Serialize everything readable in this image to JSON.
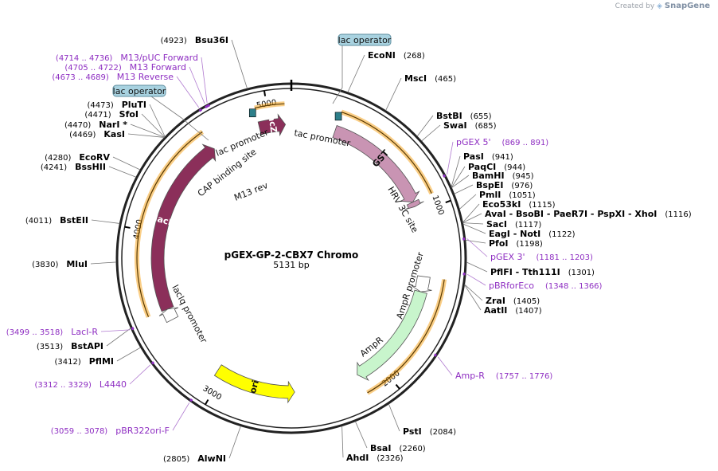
{
  "brand": {
    "prefix": "Created by",
    "name": "SnapGene"
  },
  "plasmid": {
    "name": "pGEX-GP-2-CBX7 Chromo",
    "length_label": "5131 bp",
    "length": 5131
  },
  "ticks": [
    {
      "label": "1000",
      "bp": 1000
    },
    {
      "label": "2000",
      "bp": 2000
    },
    {
      "label": "3000",
      "bp": 3000
    },
    {
      "label": "4000",
      "bp": 4000
    },
    {
      "label": "5000",
      "bp": 5000
    }
  ],
  "features": [
    {
      "name": "lacZα",
      "label": "lacZα",
      "type": "arrow",
      "color": "#8b2f5a",
      "bpStart": 4935,
      "bpEnd": 5095,
      "dir": 1,
      "ring": "inner",
      "labelInside": true
    },
    {
      "name": "GST",
      "label": "GST",
      "type": "arrow",
      "color": "#c994b3",
      "bpStart": 270,
      "bpEnd": 930,
      "dir": 1,
      "ring": "inner",
      "labelInside": true
    },
    {
      "name": "HRV 3C site",
      "label": "HRV 3C site",
      "type": "arrow",
      "color": "#c994b3",
      "bpStart": 930,
      "bpEnd": 960,
      "dir": 1,
      "ring": "inner"
    },
    {
      "name": "AmpR",
      "label": "AmpR",
      "type": "arrow",
      "color": "#c8f5cc",
      "bpStart": 1490,
      "bpEnd": 2145,
      "dir": 1,
      "ring": "inner"
    },
    {
      "name": "AmpR promoter",
      "label": "AmpR promoter",
      "type": "arrow",
      "color": "#ffffff",
      "bpStart": 1395,
      "bpEnd": 1490,
      "dir": 1,
      "ring": "inner"
    },
    {
      "name": "ori",
      "label": "ori",
      "type": "arrow",
      "color": "#ffff00",
      "bpStart": 2545,
      "bpEnd": 3040,
      "dir": -1,
      "ring": "inner",
      "labelInside": true
    },
    {
      "name": "lacIq promoter",
      "label": "lacIq promoter",
      "type": "arrow",
      "color": "#ffffff",
      "bpStart": 3460,
      "bpEnd": 3530,
      "dir": 1,
      "ring": "inner"
    },
    {
      "name": "lacI",
      "label": "lacI",
      "type": "arrow",
      "color": "#8b2f5a",
      "bpStart": 3530,
      "bpEnd": 4630,
      "dir": 1,
      "ring": "inner",
      "labelInside": true
    }
  ],
  "small_labels": [
    {
      "label": "tac promoter"
    },
    {
      "label": "lac promoter"
    },
    {
      "label": "CAP binding site"
    },
    {
      "label": "M13 rev"
    },
    {
      "label": "HRV 3C site"
    },
    {
      "label": "AmpR promoter"
    },
    {
      "label": "AmpR"
    },
    {
      "label": "lacIq promoter"
    }
  ],
  "operators": [
    {
      "label": "lac operator"
    },
    {
      "label": "lac operator"
    }
  ],
  "sites_right": [
    {
      "name": "EcoNI",
      "pos": "(268)",
      "bp": 268
    },
    {
      "name": "MscI",
      "pos": "(465)",
      "bp": 465
    },
    {
      "name": "BstBI",
      "pos": "(655)",
      "bp": 655
    },
    {
      "name": "SwaI",
      "pos": "(685)",
      "bp": 685
    },
    {
      "name": "PasI",
      "pos": "(941)",
      "bp": 941
    },
    {
      "name": "PaqCI",
      "pos": "(944)",
      "bp": 944
    },
    {
      "name": "BamHI",
      "pos": "(945)",
      "bp": 945
    },
    {
      "name": "BspEI",
      "pos": "(976)",
      "bp": 976
    },
    {
      "name": "PmlI",
      "pos": "(1051)",
      "bp": 1051
    },
    {
      "name": "Eco53kI",
      "pos": "(1115)",
      "bp": 1115
    },
    {
      "name": "AvaI  - BsoBI  - PaeR7I  - PspXI  - XhoI",
      "pos": "(1116)",
      "bp": 1116
    },
    {
      "name": "SacI",
      "pos": "(1117)",
      "bp": 1117
    },
    {
      "name": "EagI  - NotI",
      "pos": "(1122)",
      "bp": 1122
    },
    {
      "name": "PfoI",
      "pos": "(1198)",
      "bp": 1198
    },
    {
      "name": "PflFI  - Tth111I",
      "pos": "(1301)",
      "bp": 1301
    },
    {
      "name": "ZraI",
      "pos": "(1405)",
      "bp": 1405
    },
    {
      "name": "AatII",
      "pos": "(1407)",
      "bp": 1407
    },
    {
      "name": "PstI",
      "pos": "(2084)",
      "bp": 2084
    },
    {
      "name": "BsaI",
      "pos": "(2260)",
      "bp": 2260
    },
    {
      "name": "AhdI",
      "pos": "(2326)",
      "bp": 2326
    }
  ],
  "sites_left": [
    {
      "name": "Bsu36I",
      "pos": "(4923)",
      "bp": 4923
    },
    {
      "name": "PluTI",
      "pos": "(4473)",
      "bp": 4473
    },
    {
      "name": "SfoI",
      "pos": "(4471)",
      "bp": 4471
    },
    {
      "name": "NarI *",
      "pos": "(4470)",
      "bp": 4470
    },
    {
      "name": "KasI",
      "pos": "(4469)",
      "bp": 4469
    },
    {
      "name": "EcoRV",
      "pos": "(4280)",
      "bp": 4280
    },
    {
      "name": "BssHII",
      "pos": "(4241)",
      "bp": 4241
    },
    {
      "name": "BstEII",
      "pos": "(4011)",
      "bp": 4011
    },
    {
      "name": "MluI",
      "pos": "(3830)",
      "bp": 3830
    },
    {
      "name": "BstAPI",
      "pos": "(3513)",
      "bp": 3513
    },
    {
      "name": "PflMI",
      "pos": "(3412)",
      "bp": 3412
    },
    {
      "name": "AlwNI",
      "pos": "(2805)",
      "bp": 2805
    }
  ],
  "primers_right": [
    {
      "name": "pGEX 5'",
      "pos": "(869 .. 891)",
      "bp": 880
    },
    {
      "name": "pGEX 3'",
      "pos": "(1181 .. 1203)",
      "bp": 1192
    },
    {
      "name": "pBRforEco",
      "pos": "(1348 .. 1366)",
      "bp": 1357
    },
    {
      "name": "Amp-R",
      "pos": "(1757 .. 1776)",
      "bp": 1766
    }
  ],
  "primers_left": [
    {
      "name": "M13/pUC Forward",
      "pos": "(4714 .. 4736)",
      "bp": 4725
    },
    {
      "name": "M13 Forward",
      "pos": "(4705 .. 4722)",
      "bp": 4713
    },
    {
      "name": "M13 Reverse",
      "pos": "(4673 .. 4689)",
      "bp": 4681
    },
    {
      "name": "LacI-R",
      "pos": "(3499 .. 3518)",
      "bp": 3508
    },
    {
      "name": "L4440",
      "pos": "(3312 .. 3329)",
      "bp": 3320
    },
    {
      "name": "pBR322ori-F",
      "pos": "(3059 .. 3078)",
      "bp": 3068
    }
  ]
}
